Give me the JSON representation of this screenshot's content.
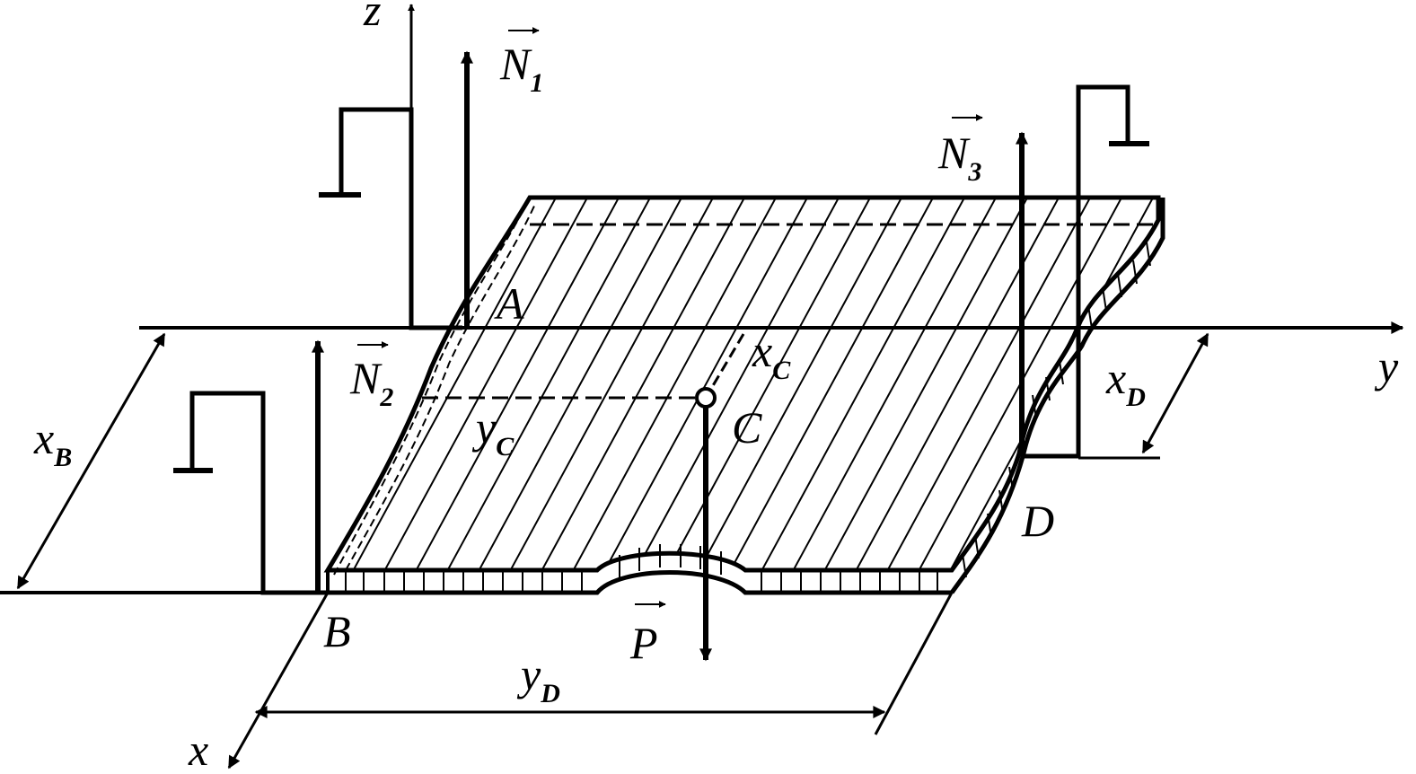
{
  "diagram": {
    "colors": {
      "ink": "#000000",
      "background": "#ffffff"
    },
    "axes": {
      "x": "x",
      "y": "y",
      "z": "z"
    },
    "points": {
      "A": "A",
      "B": "B",
      "C": "C",
      "D": "D"
    },
    "forces": {
      "N1": {
        "symbol": "N",
        "index": "1"
      },
      "N2": {
        "symbol": "N",
        "index": "2"
      },
      "N3": {
        "symbol": "N",
        "index": "3"
      },
      "P": {
        "symbol": "P"
      }
    },
    "dimensions": {
      "xB": {
        "symbol": "x",
        "index": "B"
      },
      "xC": {
        "symbol": "x",
        "index": "C"
      },
      "yC": {
        "symbol": "y",
        "index": "C"
      },
      "xD": {
        "symbol": "x",
        "index": "D"
      },
      "yD": {
        "symbol": "y",
        "index": "D"
      }
    }
  }
}
